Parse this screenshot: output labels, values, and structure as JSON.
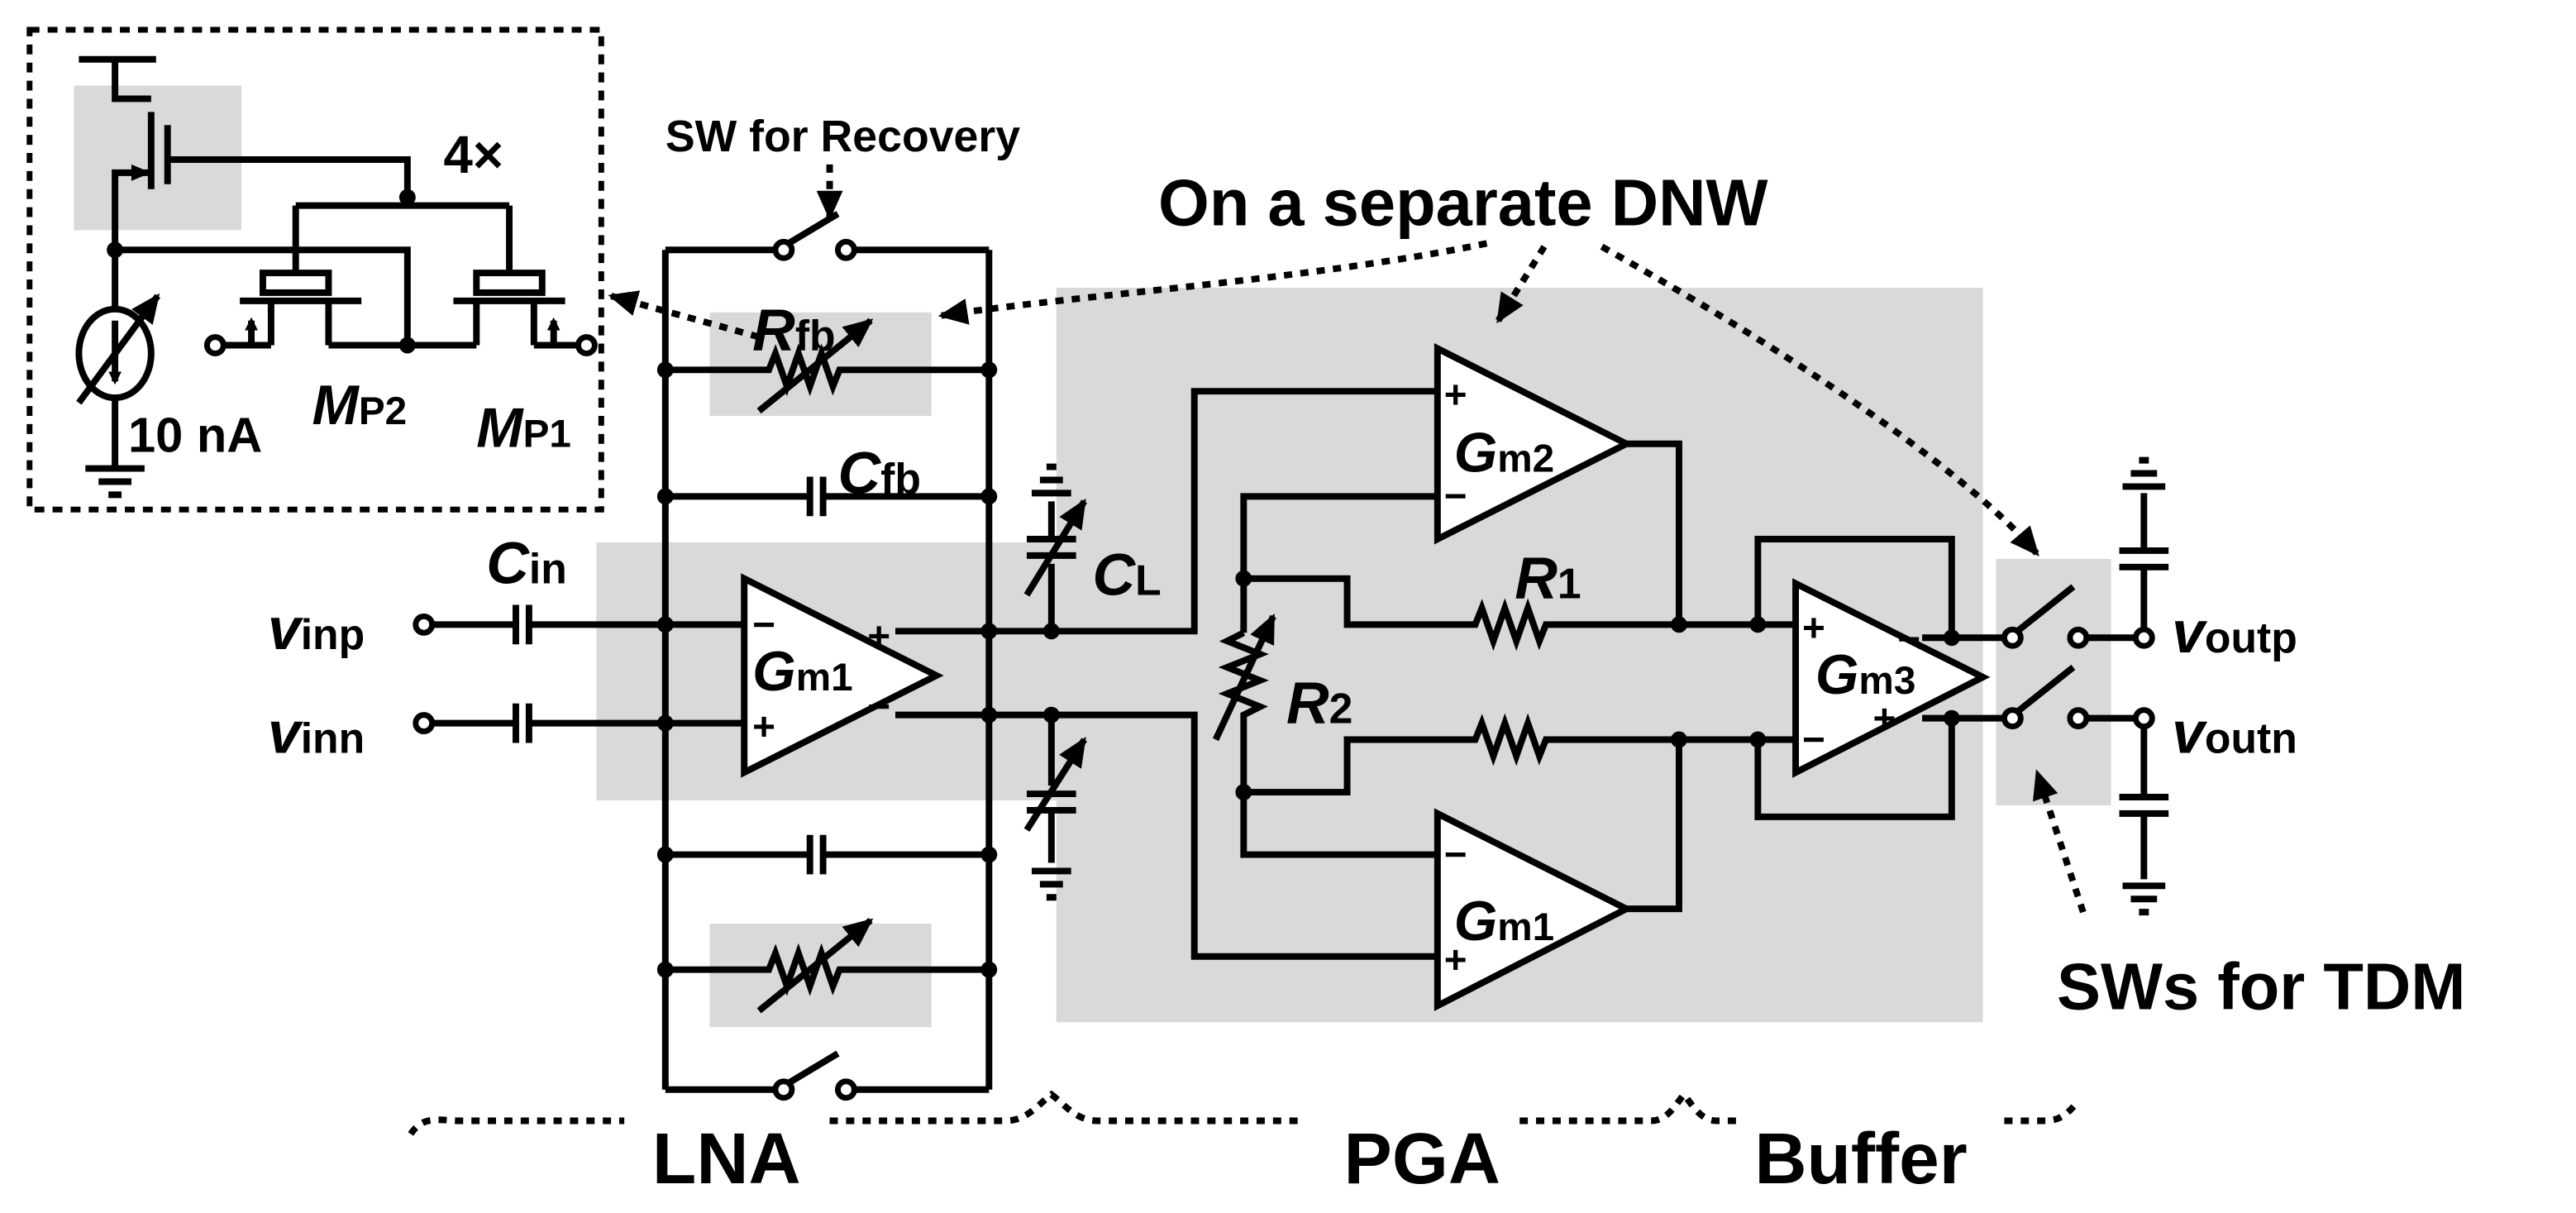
{
  "annotations": {
    "sw_recovery": "SW for Recovery",
    "dnw": "On a separate DNW",
    "sws_tdm": "SWs for TDM",
    "multiplier": "4×",
    "current": "10 nA"
  },
  "sections": {
    "lna": "LNA",
    "pga": "PGA",
    "buffer": "Buffer"
  },
  "components": {
    "mp2": {
      "main": "M",
      "sub": "P2"
    },
    "mp1": {
      "main": "M",
      "sub": "P1"
    },
    "cin": {
      "main": "C",
      "sub": "in"
    },
    "rfb": {
      "main": "R",
      "sub": "fb"
    },
    "cfb": {
      "main": "C",
      "sub": "fb"
    },
    "cl": {
      "main": "C",
      "sub": "L"
    },
    "gm1_lna": {
      "main": "G",
      "sub": "m1"
    },
    "gm2": {
      "main": "G",
      "sub": "m2"
    },
    "gm1_pga": {
      "main": "G",
      "sub": "m1"
    },
    "gm3": {
      "main": "G",
      "sub": "m3"
    },
    "r1": {
      "main": "R",
      "sub": "1"
    },
    "r2": {
      "main": "R",
      "sub": "2"
    }
  },
  "ports": {
    "vinp": {
      "main": "v",
      "sub": "inp"
    },
    "vinn": {
      "main": "v",
      "sub": "inn"
    },
    "voutp": {
      "main": "v",
      "sub": "outp"
    },
    "voutn": {
      "main": "v",
      "sub": "outn"
    }
  },
  "signs": {
    "plus": "+",
    "minus": "−"
  },
  "colors": {
    "shading": "#d9d9d9",
    "ink": "#000000"
  }
}
